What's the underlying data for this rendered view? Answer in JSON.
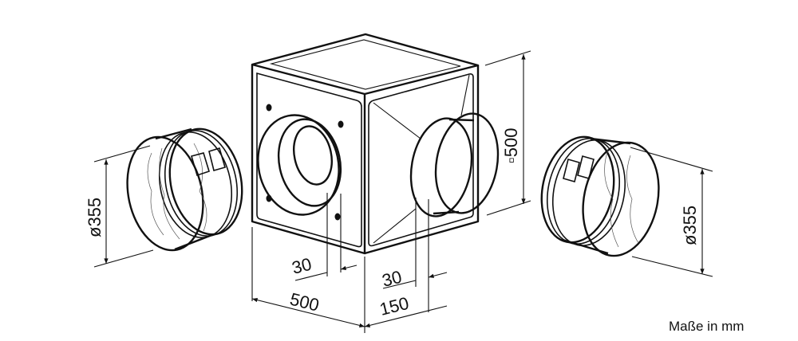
{
  "dimensions": {
    "left_collar_diameter": "ø355",
    "right_collar_diameter": "ø355",
    "box_size": "▫500",
    "box_width": "500",
    "left_offset": "30",
    "right_offset": "30",
    "spigot_length": "150"
  },
  "units_note": "Maße in mm"
}
